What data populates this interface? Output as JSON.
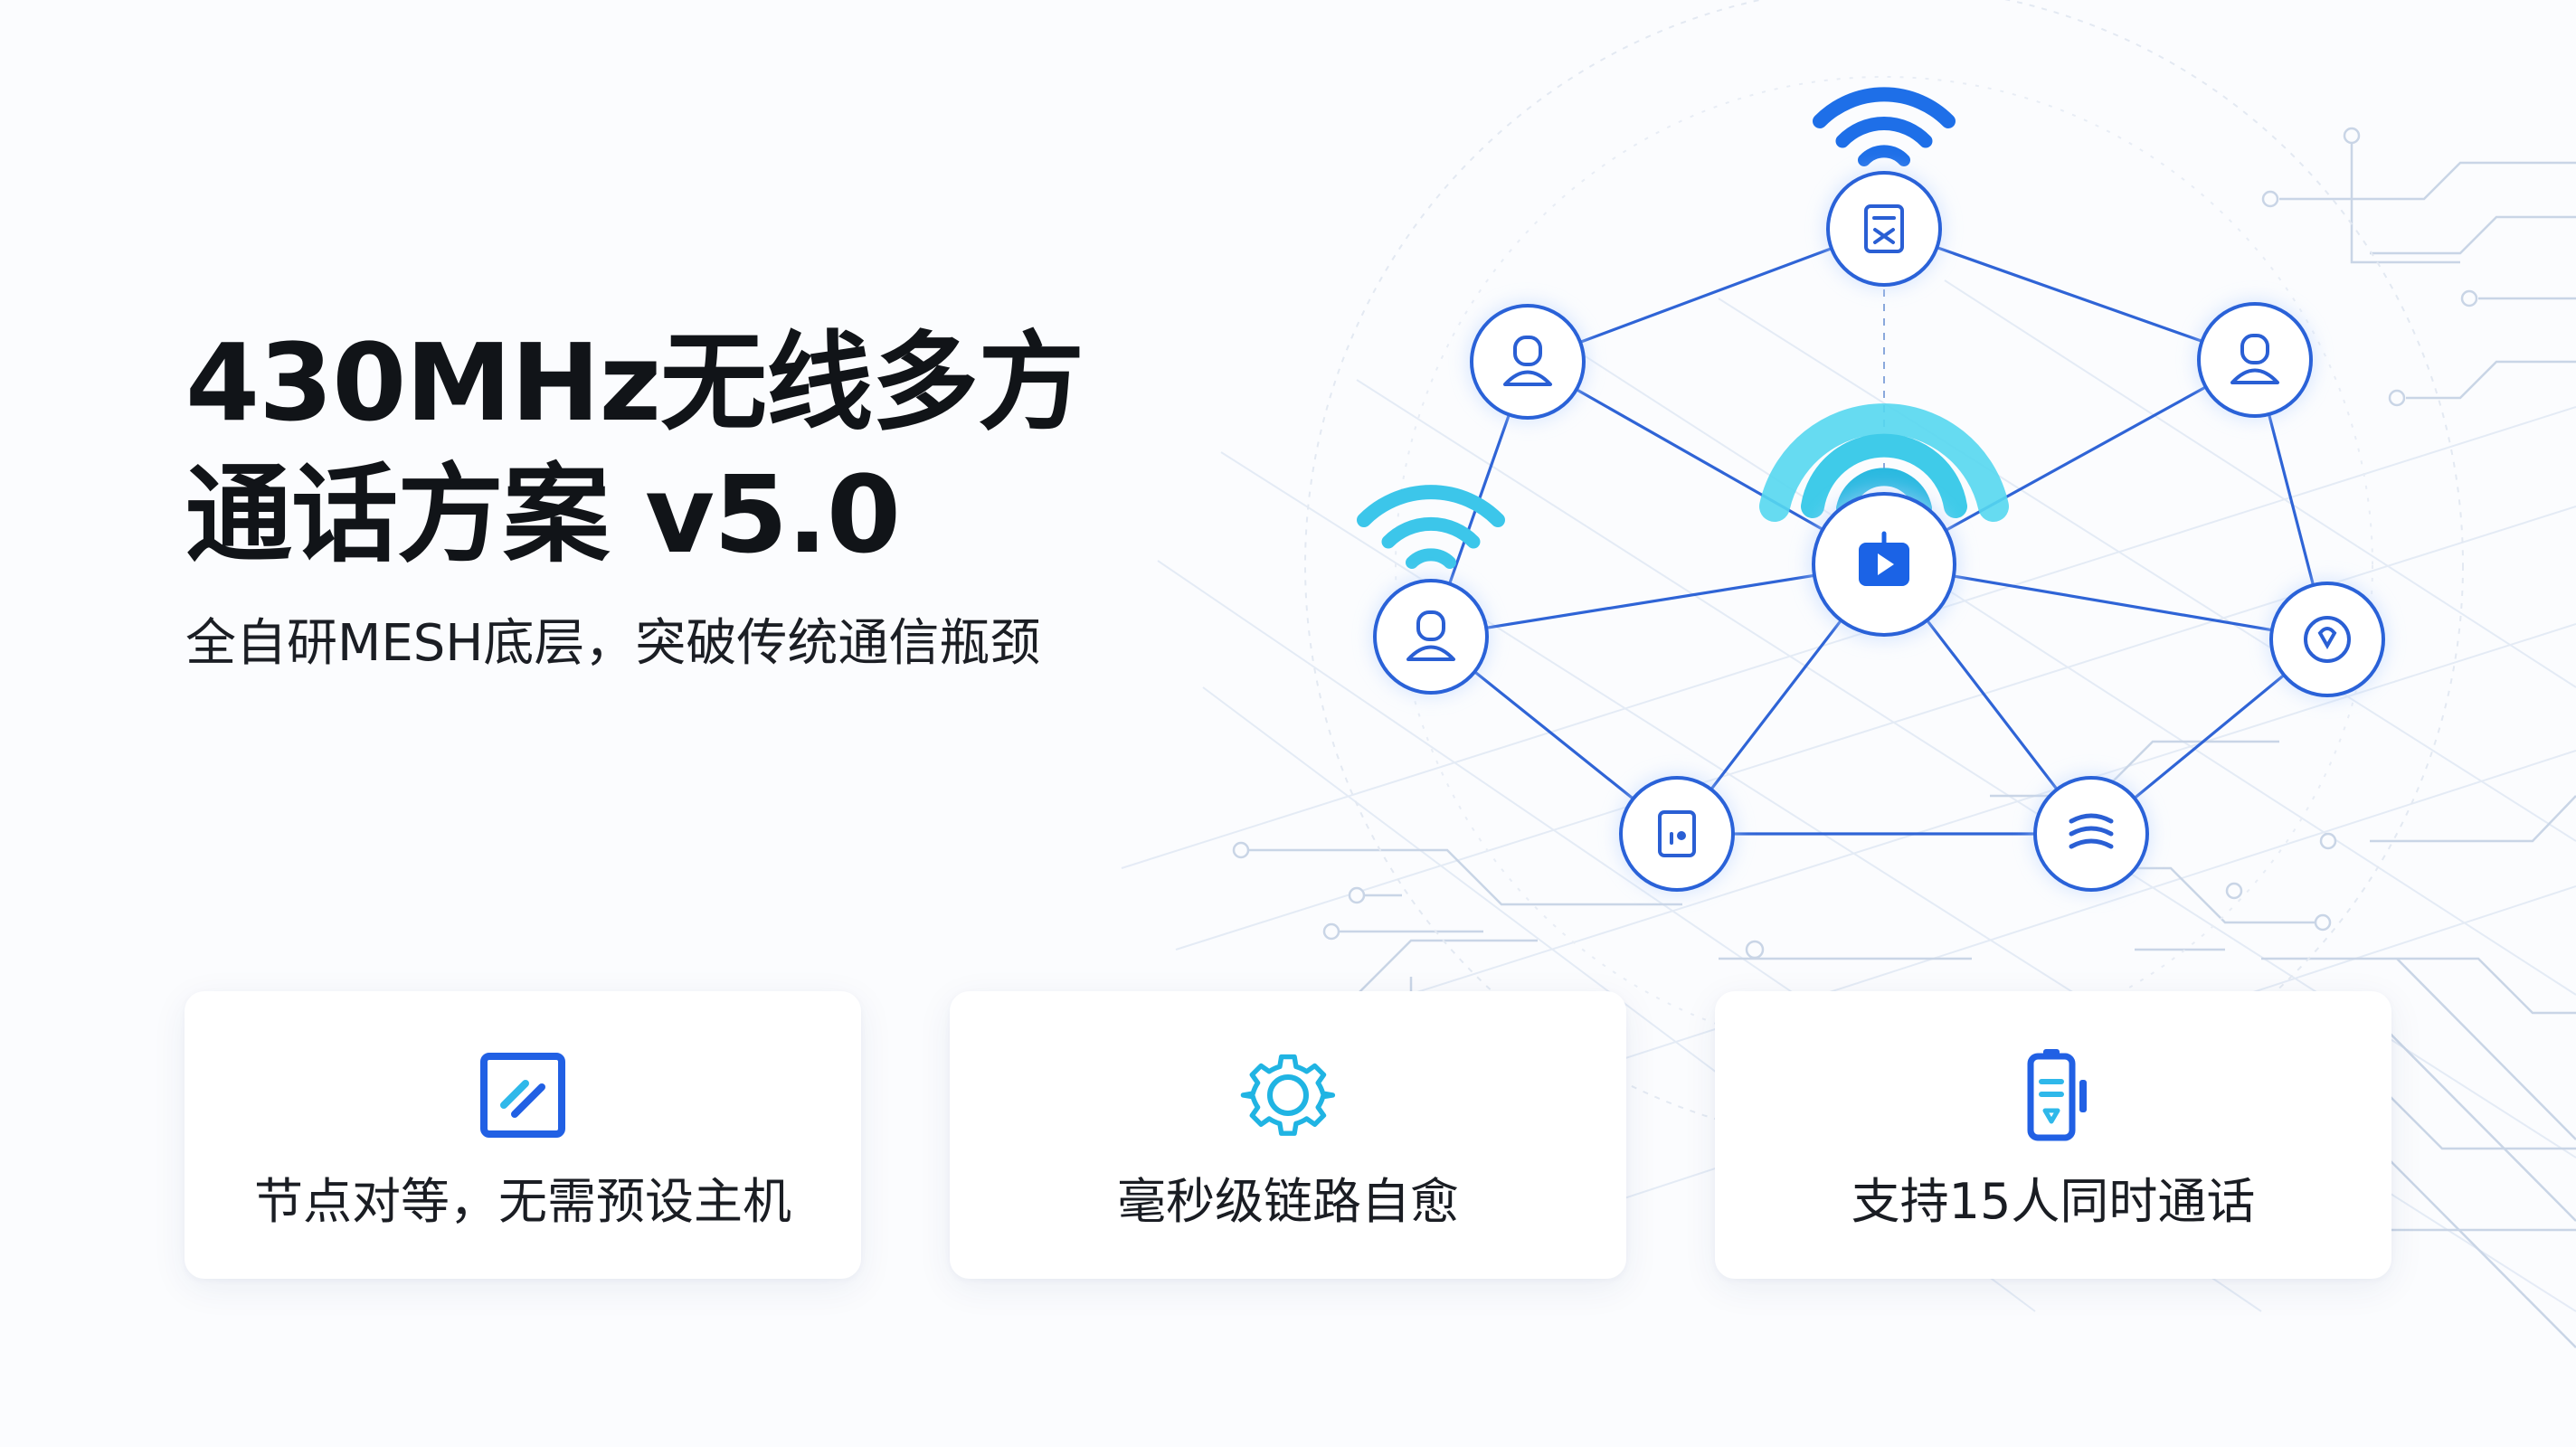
{
  "hero": {
    "title_line1": "430MHz无线多方",
    "title_line2": "通话方案 v5.0",
    "subtitle": "全自研MESH底层，突破传统通信瓶颈"
  },
  "features": [
    {
      "label": "节点对等，无需预设主机",
      "icon": "edit-square-icon"
    },
    {
      "label": "毫秒级链路自愈",
      "icon": "gear-icon"
    },
    {
      "label": "支持15人同时通话",
      "icon": "battery-icon"
    }
  ],
  "network": {
    "center": "play-device-icon",
    "nodes": [
      {
        "icon": "calculator-icon",
        "signal": true
      },
      {
        "icon": "user-icon",
        "signal": false
      },
      {
        "icon": "user-icon",
        "signal": false
      },
      {
        "icon": "user-icon",
        "signal": true
      },
      {
        "icon": "map-pin-icon",
        "signal": false
      },
      {
        "icon": "tablet-icon",
        "signal": false
      },
      {
        "icon": "wave-icon",
        "signal": false
      }
    ]
  },
  "colors": {
    "accent_blue": "#1565e0",
    "accent_cyan": "#22c3e6",
    "text_dark": "#111418"
  }
}
